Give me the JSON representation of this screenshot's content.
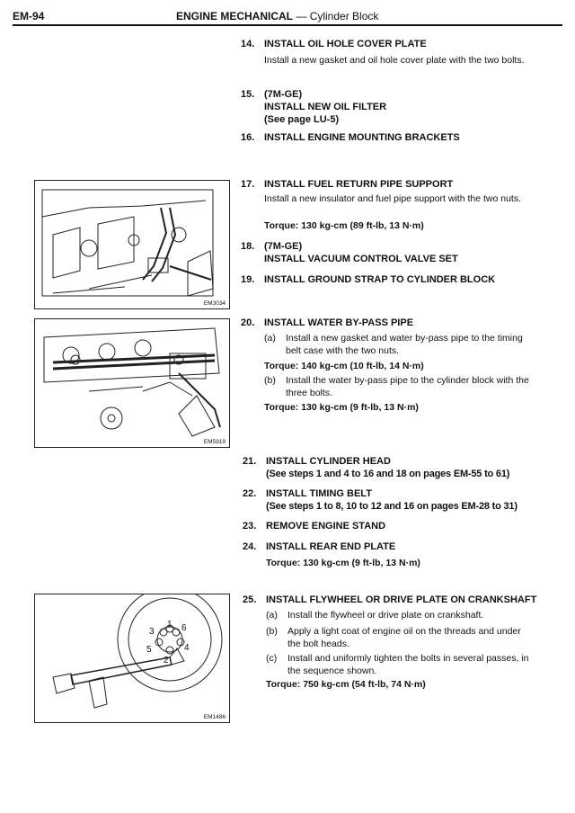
{
  "header": {
    "page": "EM-94",
    "title_bold": "ENGINE MECHANICAL",
    "title_sep": " — ",
    "title_rest": "Cylinder Block"
  },
  "steps": {
    "s14": {
      "num": "14.",
      "title": "INSTALL OIL HOLE COVER PLATE",
      "body": "Install a new gasket and oil hole cover plate with the two bolts."
    },
    "s15": {
      "num": "15.",
      "l1": "(7M-GE)",
      "l2": "INSTALL NEW OIL FILTER",
      "l3": "(See page LU-5)"
    },
    "s16": {
      "num": "16.",
      "title": "INSTALL ENGINE MOUNTING BRACKETS"
    },
    "s17": {
      "num": "17.",
      "title": "INSTALL FUEL RETURN PIPE SUPPORT",
      "body": "Install a new insulator and fuel pipe support with the two nuts.",
      "torque": "Torque:   130 kg-cm (89 ft-lb, 13 N·m)"
    },
    "s18": {
      "num": "18.",
      "l1": "(7M-GE)",
      "l2": "INSTALL VACUUM CONTROL VALVE SET"
    },
    "s19": {
      "num": "19.",
      "title": "INSTALL GROUND STRAP TO CYLINDER BLOCK"
    },
    "s20": {
      "num": "20.",
      "title": "INSTALL WATER BY-PASS PIPE",
      "a": {
        "l": "(a)",
        "t": "Install a new gasket and water by-pass pipe to the timing belt case with the two nuts."
      },
      "torque_a": "Torque:   140 kg-cm (10 ft-lb, 14 N·m)",
      "b": {
        "l": "(b)",
        "t": "Install the water by-pass pipe to the cylinder block with the three bolts."
      },
      "torque_b": "Torque:   130 kg-cm (9 ft-lb, 13 N·m)"
    },
    "s21": {
      "num": "21.",
      "title": "INSTALL CYLINDER HEAD",
      "sub": "(See steps 1 and 4 to 16 and 18 on pages EM-55 to 61)"
    },
    "s22": {
      "num": "22.",
      "title": "INSTALL TIMING BELT",
      "sub": "(See steps 1 to 8, 10 to 12 and 16 on pages EM-28 to 31)"
    },
    "s23": {
      "num": "23.",
      "title": "REMOVE ENGINE STAND"
    },
    "s24": {
      "num": "24.",
      "title": "INSTALL REAR END PLATE",
      "torque": "Torque:   130 kg-cm (9 ft-lb, 13 N·m)"
    },
    "s25": {
      "num": "25.",
      "title": "INSTALL FLYWHEEL OR DRIVE PLATE ON CRANKSHAFT",
      "a": {
        "l": "(a)",
        "t": "Install the flywheel or drive plate on crankshaft."
      },
      "b": {
        "l": "(b)",
        "t": "Apply a light coat of engine oil on the threads and under the bolt heads."
      },
      "c": {
        "l": "(c)",
        "t": "Install and uniformly tighten the bolts in several passes, in the sequence shown."
      },
      "torque": "Torque:   750 kg-cm (54 ft-lb, 74 N·m)"
    }
  },
  "figures": {
    "f1": {
      "code": "EM3034"
    },
    "f2": {
      "code": "EM5919"
    },
    "f3": {
      "code": "EM1486",
      "seq": [
        "1",
        "2",
        "3",
        "4",
        "5",
        "6"
      ]
    }
  }
}
